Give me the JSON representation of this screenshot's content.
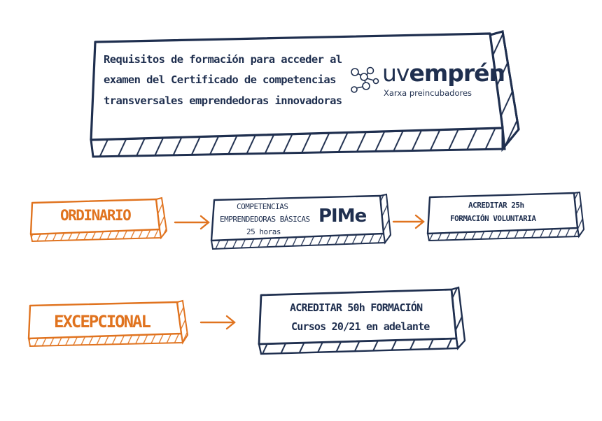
{
  "title": {
    "lines": [
      "Requisitos de formación para acceder al",
      "examen del Certificado de competencias",
      "transversales emprendedoras innovadoras"
    ]
  },
  "logo": {
    "name_light": "uv",
    "name_bold": "emprén",
    "subtitle": "Xarxa preincubadores",
    "icon": "network-nodes-icon"
  },
  "ordinario": {
    "label": "ORDINARIO",
    "step1": {
      "line1": "COMPETENCIAS",
      "line2": "EMPRENDEDORAS BÁSICAS",
      "line3": "25 horas",
      "brand": "PIMe"
    },
    "step2": {
      "line1": "ACREDITAR 25h",
      "line2": "FORMACIÓN VOLUNTARIA"
    }
  },
  "excepcional": {
    "label": "EXCEPCIONAL",
    "step1": {
      "line1": "ACREDITAR 50h FORMACIÓN",
      "line2": "Cursos 20/21 en adelante"
    }
  },
  "colors": {
    "navy": "#1f2f4f",
    "orange": "#e0731f"
  }
}
